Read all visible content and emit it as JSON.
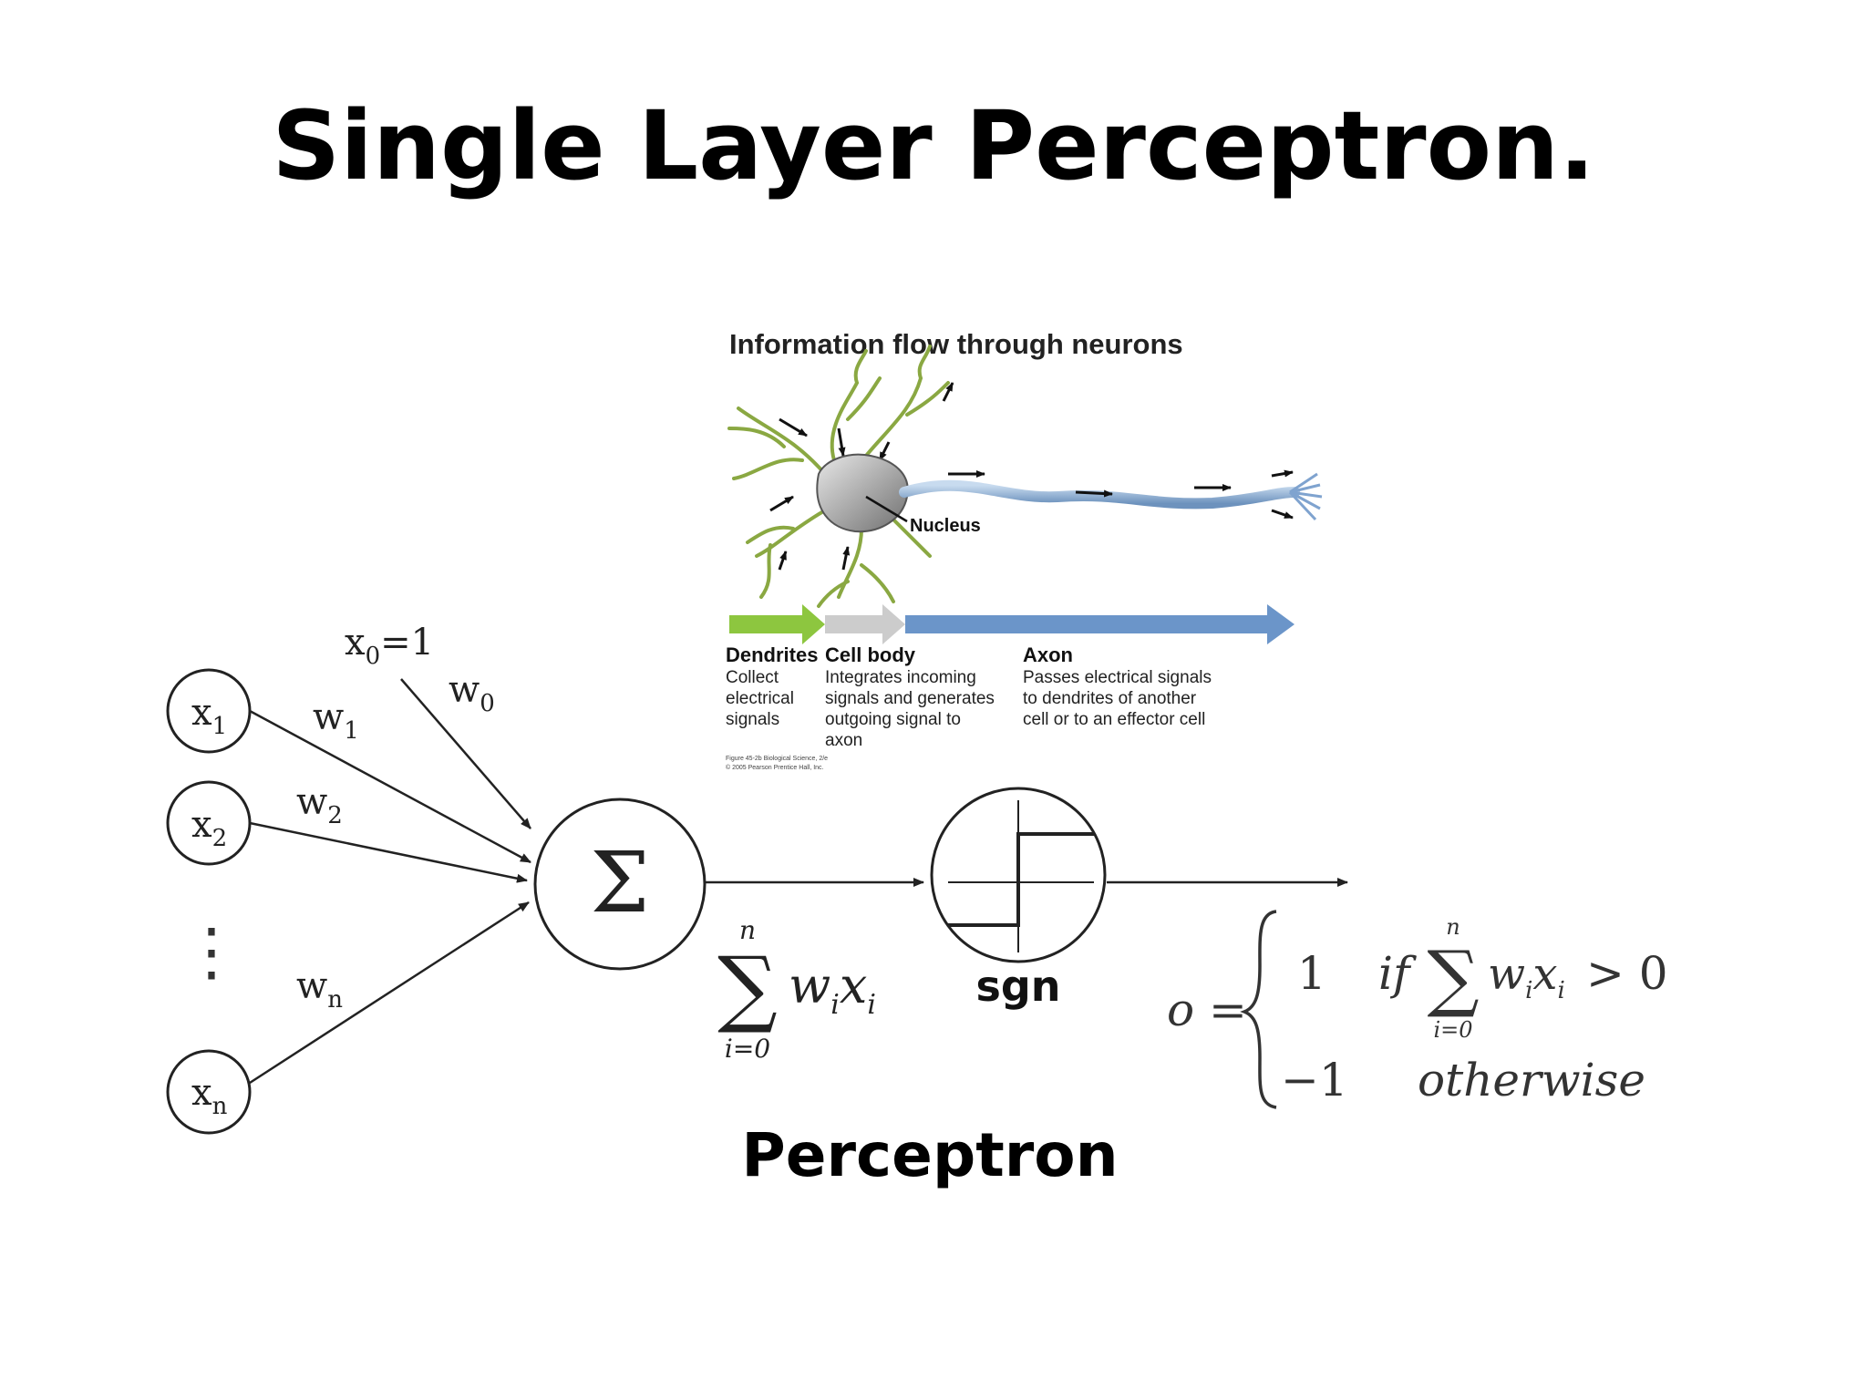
{
  "slide_title": "Single Layer Perceptron.",
  "caption": "Perceptron",
  "neuron_figure": {
    "title": "Information flow through neurons",
    "nucleus_label": "Nucleus",
    "sections": [
      {
        "heading": "Dendrites",
        "lines": [
          "Collect",
          "electrical",
          "signals"
        ]
      },
      {
        "heading": "Cell body",
        "lines": [
          "Integrates incoming",
          "signals and generates",
          "outgoing signal to",
          "axon"
        ]
      },
      {
        "heading": "Axon",
        "lines": [
          "Passes electrical signals",
          "to dendrites of another",
          "cell or to an effector cell"
        ]
      }
    ],
    "credit_lines": [
      "Figure 45-2b  Biological Science, 2/e",
      "© 2005 Pearson Prentice Hall, Inc."
    ],
    "colors": {
      "dendrite": "#8aa842",
      "cell_body": "#8a8a8a",
      "axon": "#7fa3cf",
      "bar_green": "#8dc63f",
      "bar_gray": "#cccccc",
      "bar_blue": "#6b95c9"
    }
  },
  "perceptron": {
    "bias_input": {
      "label": "x",
      "sub": "0",
      "suffix": "=1"
    },
    "bias_weight": {
      "label": "w",
      "sub": "0"
    },
    "inputs": [
      {
        "label": "x",
        "sub": "1",
        "weight": "w",
        "weight_sub": "1"
      },
      {
        "label": "x",
        "sub": "2",
        "weight": "w",
        "weight_sub": "2"
      },
      {
        "label": "x",
        "sub": "n",
        "weight": "w",
        "weight_sub": "n"
      }
    ],
    "ellipsis": "⋮",
    "sum_symbol": "Σ",
    "sum_expression": {
      "upper": "n",
      "lower": "i=0",
      "sigma": "∑",
      "term_w": "w",
      "term_w_sub": "i",
      "term_x": "x",
      "term_x_sub": "i"
    },
    "activation_label": "sgn",
    "output_formula": {
      "lhs": "o =",
      "case1_value": "1",
      "case1_cond_if": "if",
      "case1_cond_upper": "n",
      "case1_cond_lower": "i=0",
      "case1_cond_rhs": "> 0",
      "case2_value": "−1",
      "case2_cond": "otherwise"
    }
  }
}
